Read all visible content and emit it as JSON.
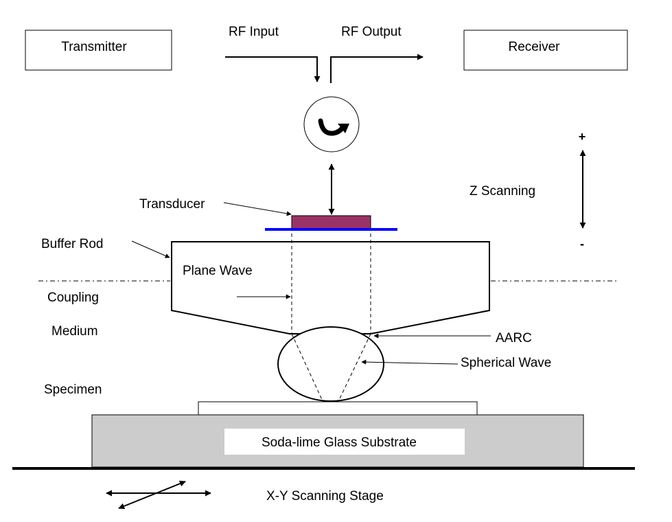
{
  "labels": {
    "transmitter": "Transmitter",
    "rf_input": "RF Input",
    "rf_output": "RF Output",
    "receiver": "Receiver",
    "z_scanning": "Z Scanning",
    "plus": "+",
    "minus": "-",
    "transducer": "Transducer",
    "buffer_rod": "Buffer Rod",
    "plane_wave": "Plane Wave",
    "coupling": "Coupling",
    "medium": "Medium",
    "aarc": "AARC",
    "spherical_wave": "Spherical Wave",
    "specimen": "Specimen",
    "substrate": "Soda-lime Glass Substrate",
    "xy_stage": "X-Y Scanning Stage"
  },
  "colors": {
    "transducer_fill": "#993366",
    "electrode": "#0000ff",
    "substrate_fill": "#cccccc",
    "line": "#000000"
  },
  "icons": {
    "circulator": "circular-arrow-icon"
  }
}
